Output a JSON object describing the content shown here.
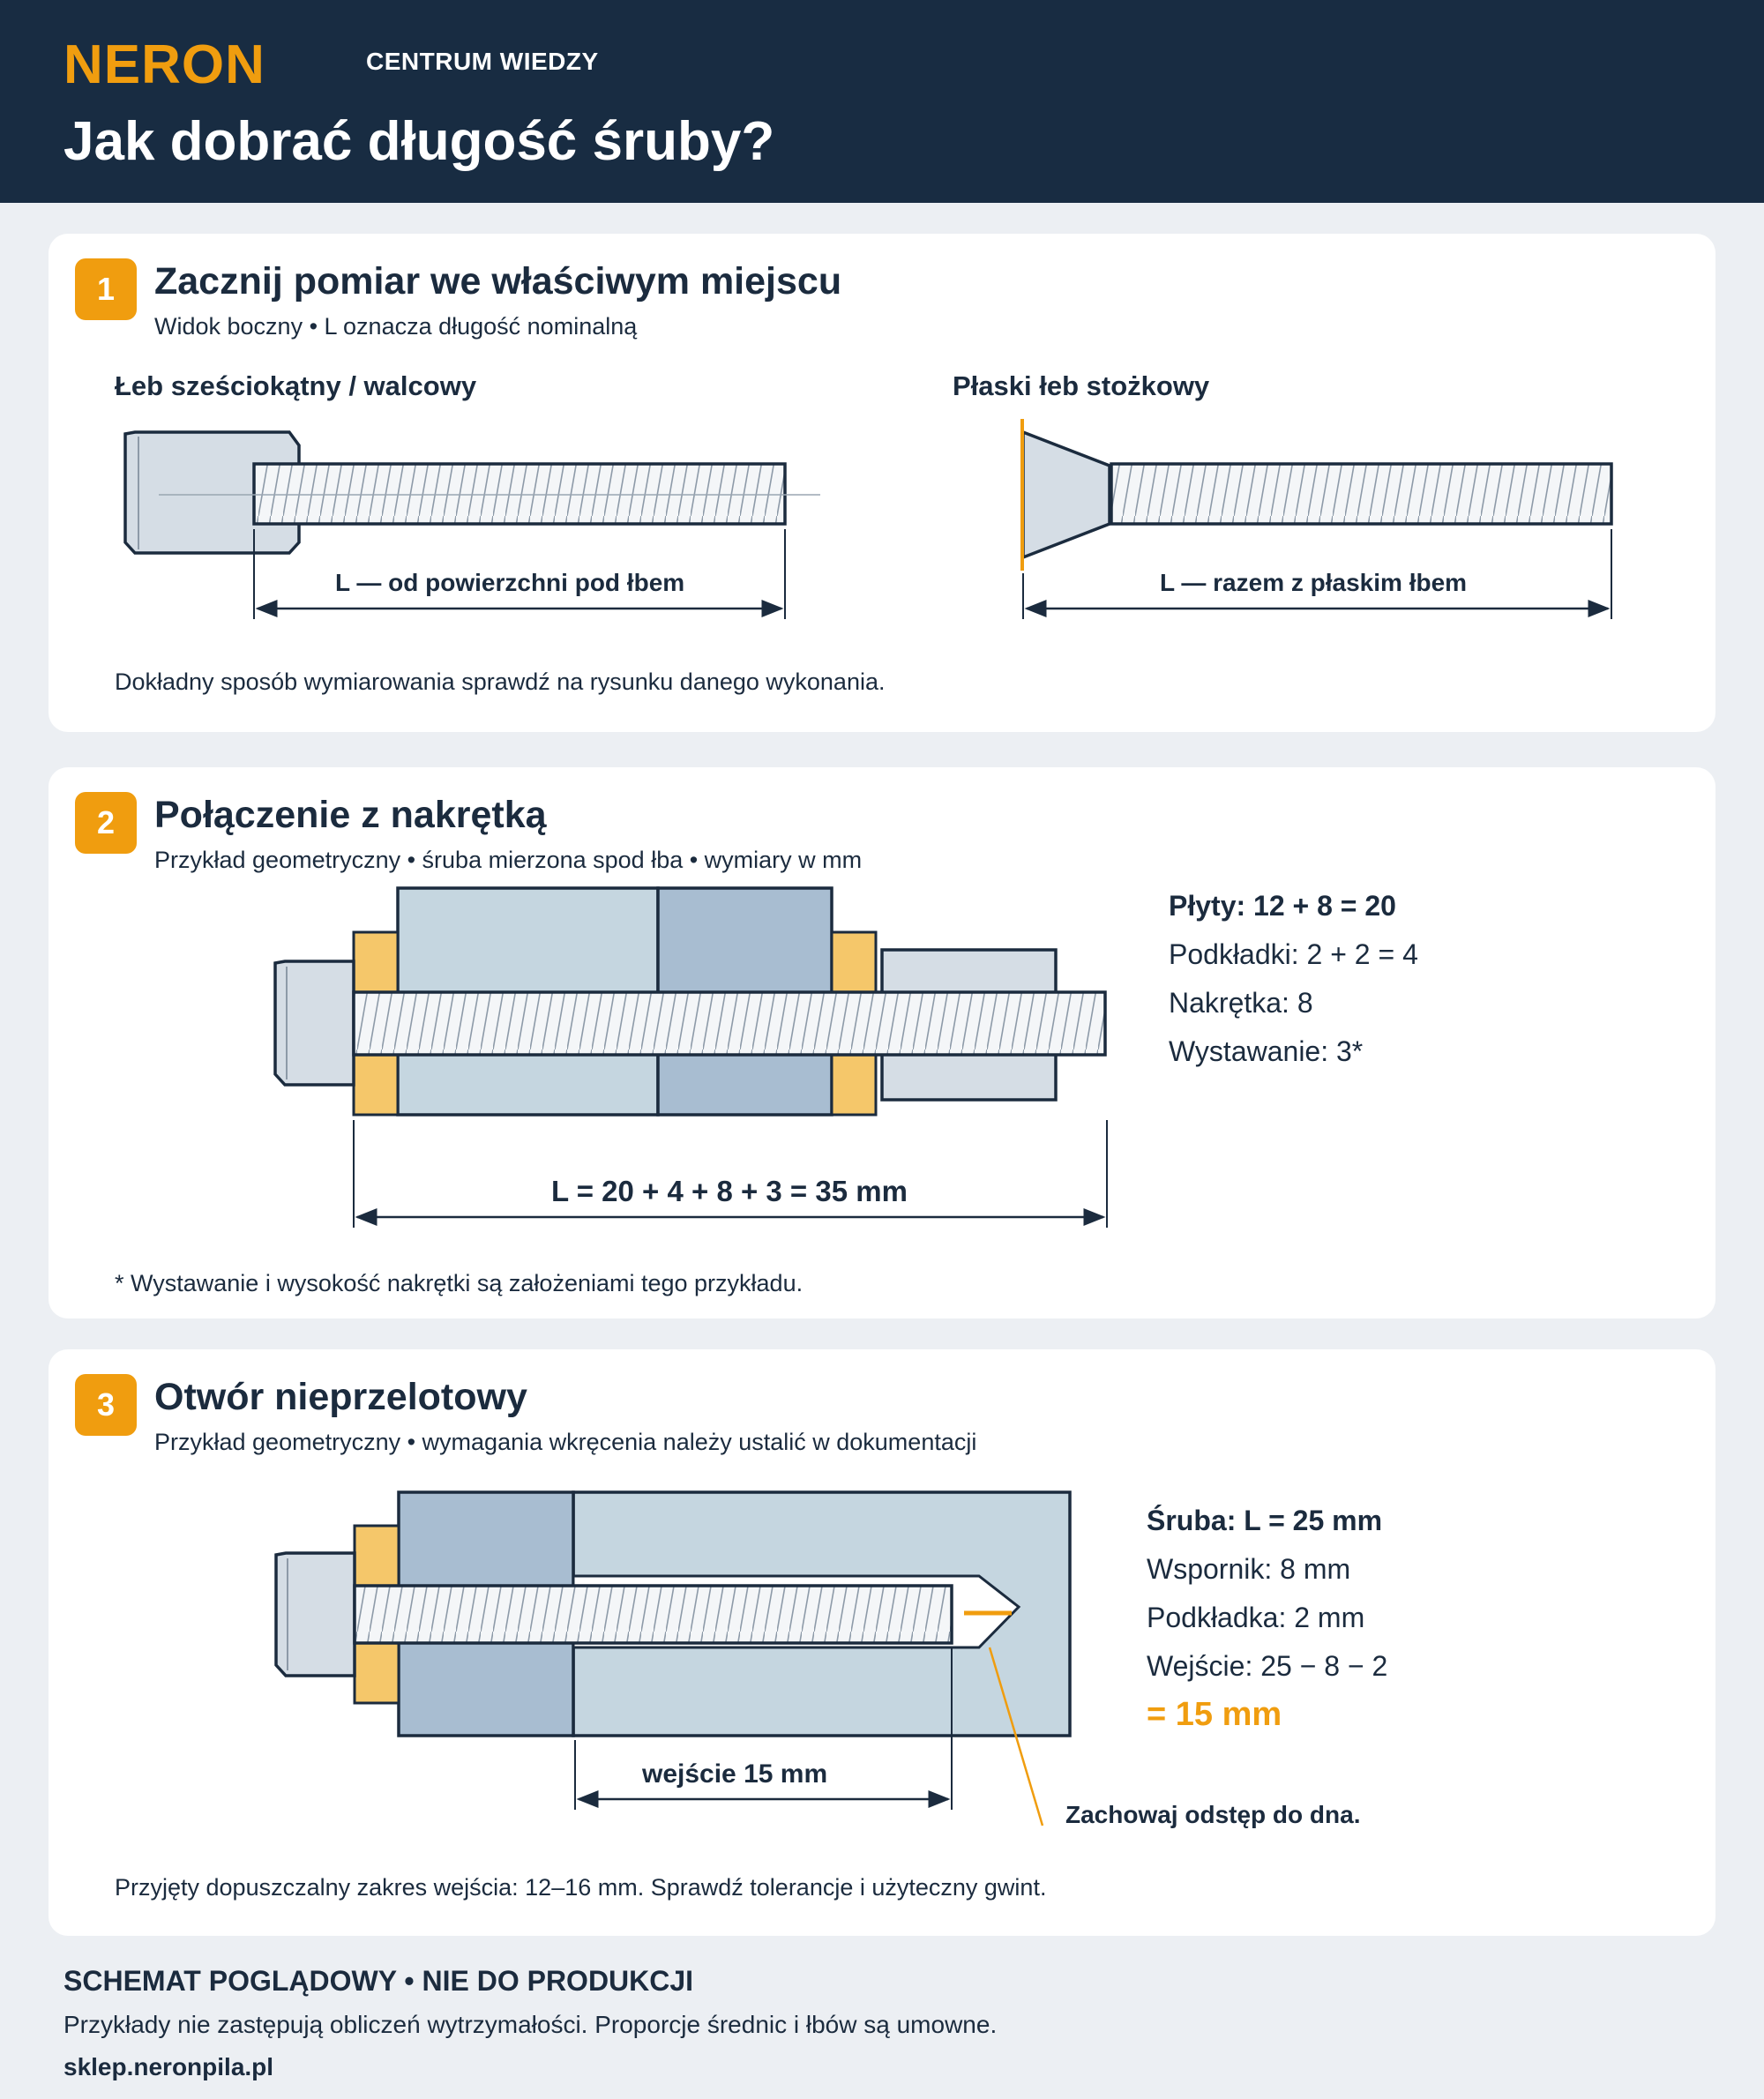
{
  "header": {
    "brand": "NERON",
    "tagline": "CENTRUM WIEDZY",
    "title": "Jak dobrać długość śruby?"
  },
  "colors": {
    "header_bg": "#182c42",
    "accent": "#f09d0f",
    "washer": "#f5c76a",
    "plate_light": "#c5d6e0",
    "plate_dark": "#a8bdd1",
    "bolt": "#d5dde5",
    "outline": "#1b2b3e"
  },
  "section1": {
    "number": "1",
    "title": "Zacznij pomiar we właściwym miejscu",
    "subtitle": "Widok boczny • L oznacza długość nominalną",
    "left": {
      "heading": "Łeb sześciokątny / walcowy",
      "dimension": "L — od powierzchni pod łbem"
    },
    "right": {
      "heading": "Płaski łeb stożkowy",
      "dimension": "L — razem z płaskim łbem"
    },
    "note": "Dokładny sposób wymiarowania sprawdź na rysunku danego wykonania."
  },
  "section2": {
    "number": "2",
    "title": "Połączenie z nakrętką",
    "subtitle": "Przykład geometryczny • śruba mierzona spod łba • wymiary w mm",
    "dimension": "L = 20 + 4 + 8 + 3 = 35 mm",
    "items": [
      "Płyty: 12 + 8 = 20",
      "Podkładki: 2 + 2 = 4",
      "Nakrętka: 8",
      "Wystawanie: 3*"
    ],
    "note": "* Wystawanie i wysokość nakrętki są założeniami tego przykładu."
  },
  "section3": {
    "number": "3",
    "title": "Otwór nieprzelotowy",
    "subtitle": "Przykład geometryczny • wymagania wkręcenia należy ustalić w dokumentacji",
    "dimension": "wejście 15 mm",
    "callout": "Zachowaj odstęp do dna.",
    "items": [
      "Śruba: L = 25 mm",
      "Wspornik: 8 mm",
      "Podkładka: 2 mm",
      "Wejście: 25 − 8 − 2"
    ],
    "result": "= 15 mm",
    "note": "Przyjęty dopuszczalny zakres wejścia: 12–16 mm. Sprawdź tolerancje i użyteczny gwint."
  },
  "footer": {
    "title": "SCHEMAT POGLĄDOWY • NIE DO PRODUKCJI",
    "text": "Przykłady nie zastępują obliczeń wytrzymałości. Proporcje średnic i łbów są umowne.",
    "url": "sklep.neronpila.pl"
  }
}
